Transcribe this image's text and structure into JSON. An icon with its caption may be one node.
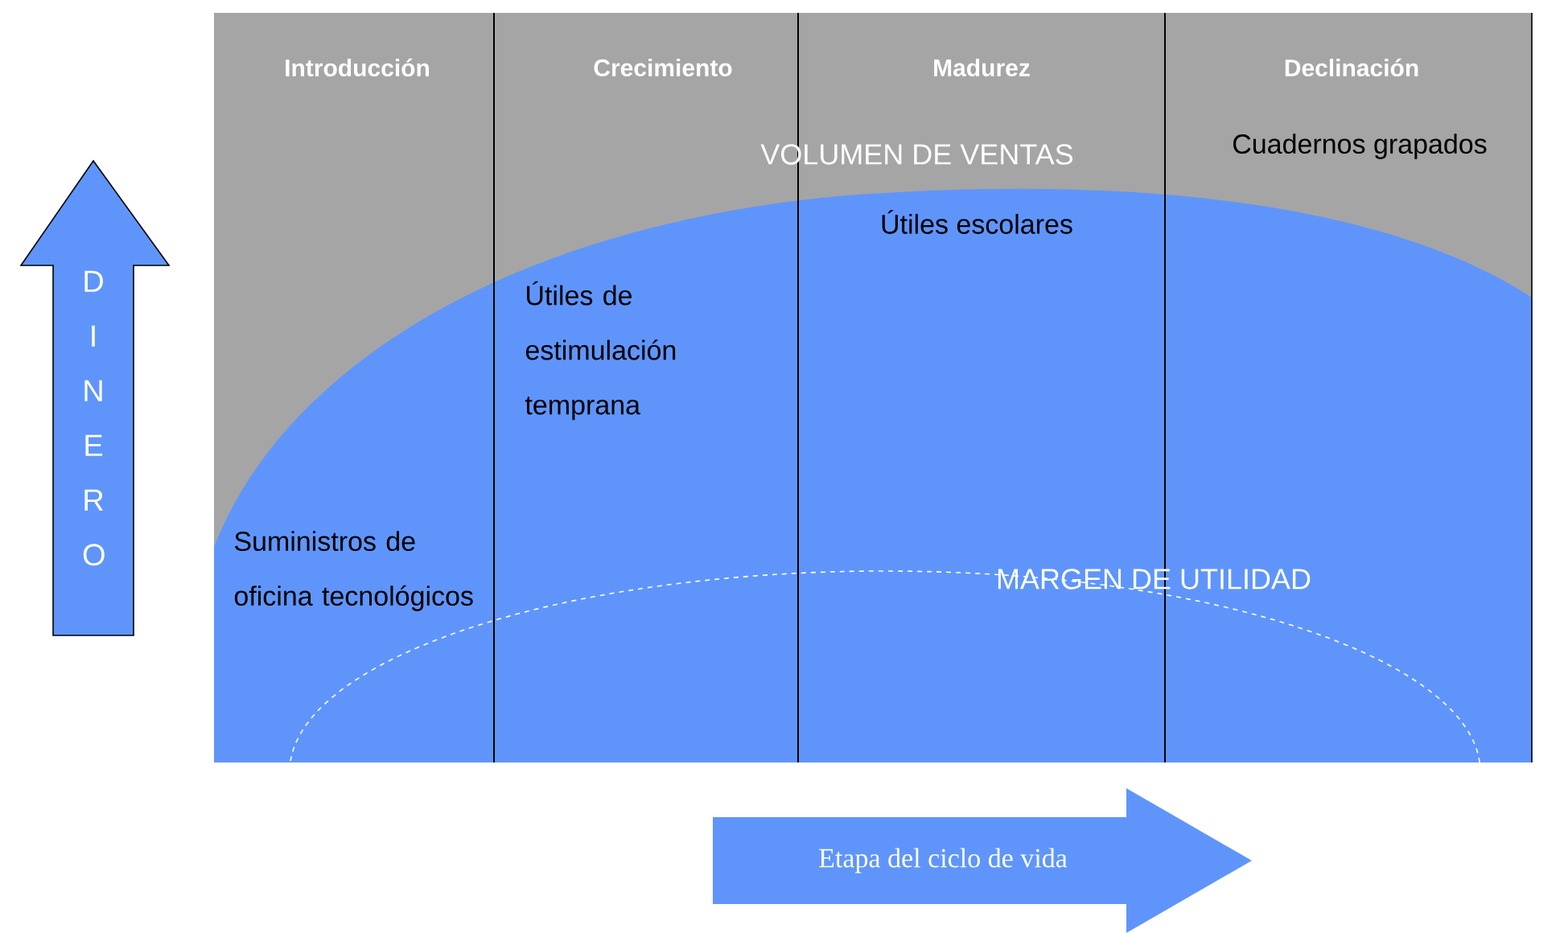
{
  "diagram": {
    "nodes": [
      {
        "text": [
          "DINERO"
        ]
      },
      {
        "text": [
          "Etapa del ciclo de vida"
        ]
      }
    ],
    "labels": [
      "Introducción",
      "Crecimiento",
      "Madurez",
      "Declinación",
      "VOLUMEN DE VENTAS",
      "Cuadernos grapados",
      "Útiles escolares",
      "Útiles de estimulación temprana",
      "Suministros de oficina tecnológicos",
      "MARGEN DE UTILIDAD"
    ]
  }
}
